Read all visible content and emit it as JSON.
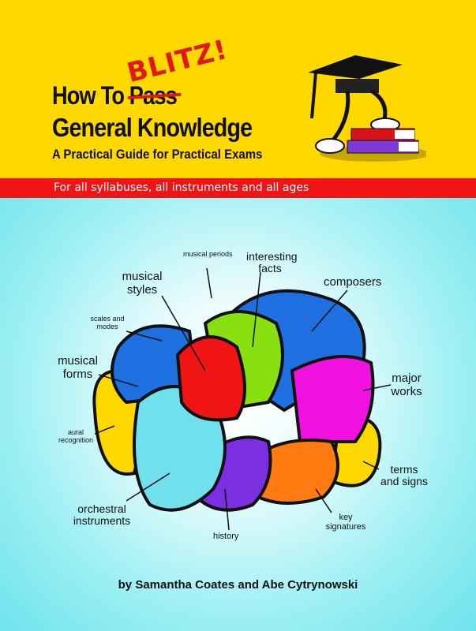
{
  "cover": {
    "title_prefix": "How To",
    "struck_word": "Pass",
    "replacement_word": "BLITZ!",
    "title_line2": "General Knowledge",
    "subtitle": "A Practical Guide for Practical Exams",
    "banner": "For all syllabuses, all instruments and all ages",
    "author": "by Samantha Coates and Abe Cytrynowski"
  },
  "brain_labels": {
    "musical_periods": "musical periods",
    "interesting_facts": "interesting facts",
    "musical_styles": "musical styles",
    "composers": "composers",
    "scales_and_modes": "scales and modes",
    "musical_forms": "musical forms",
    "major_works": "major works",
    "aural_recognition": "aural recognition",
    "terms_and_signs": "terms and signs",
    "orchestral_instruments": "orchestral instruments",
    "key_signatures": "key signatures",
    "history": "history"
  },
  "colors": {
    "yellow": "#ffd800",
    "red": "#f01414",
    "cyan": "#7fe6ee"
  }
}
